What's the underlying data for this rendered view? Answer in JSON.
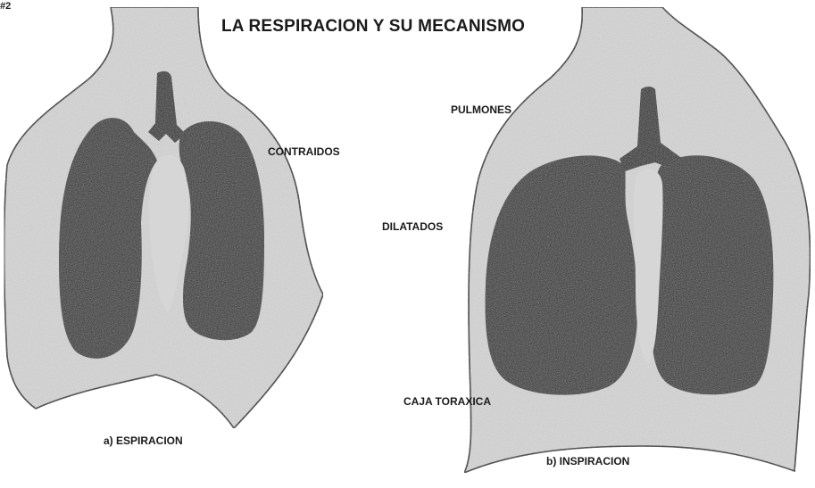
{
  "title": "LA RESPIRACION Y SU MECANISMO",
  "page_marker": "#2",
  "labels": {
    "pulmones": "PULMONES",
    "contraidos": "CONTRAIDOS",
    "dilatados": "DILATADOS",
    "caja_toraxica": "CAJA TORAXICA"
  },
  "captions": {
    "a": "a) ESPIRACION",
    "b": "b) INSPIRACION"
  },
  "colors": {
    "thorax_fill": "#d6d6d6",
    "lung_fill": "#2e2e2e",
    "trachea_fill": "#262626",
    "outline": "#1a1a1a",
    "text": "#1a1a1a"
  }
}
